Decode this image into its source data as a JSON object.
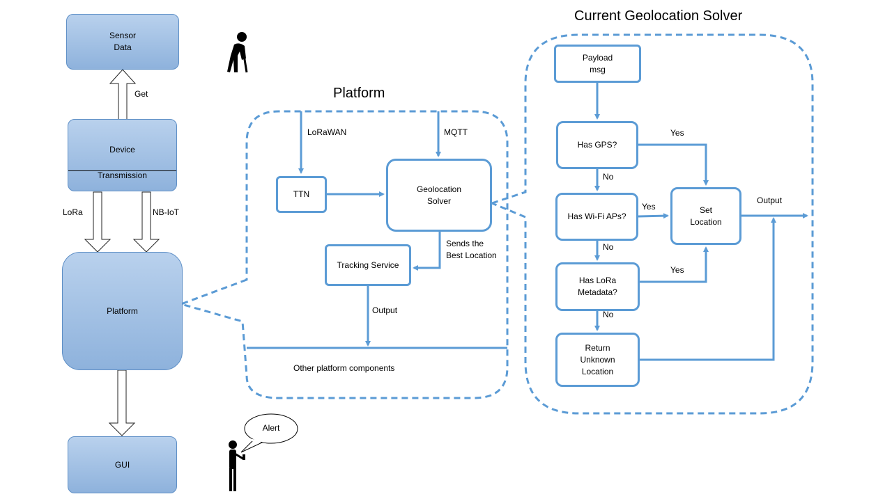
{
  "titles": {
    "platform": "Platform",
    "solver": "Current Geolocation Solver"
  },
  "left_column": {
    "sensor_data": "Sensor\nData",
    "get_label": "Get",
    "device": "Device",
    "transmission": "Transmission",
    "lora": "LoRa",
    "nbiot": "NB-IoT",
    "platform": "Platform",
    "gui": "GUI",
    "alert": "Alert"
  },
  "platform_detail": {
    "lorawan": "LoRaWAN",
    "mqtt": "MQTT",
    "ttn": "TTN",
    "geolocation_solver": "Geolocation\nSolver",
    "tracking_service": "Tracking Service",
    "sends_best": "Sends the\nBest Location",
    "output": "Output",
    "other_components": "Other platform components"
  },
  "solver_flow": {
    "payload": "Payload\nmsg",
    "has_gps": "Has GPS?",
    "has_wifi": "Has Wi-Fi APs?",
    "has_lora": "Has LoRa\nMetadata?",
    "return_unknown": "Return\nUnknown\nLocation",
    "set_location": "Set\nLocation",
    "output": "Output",
    "yes_gps": "Yes",
    "yes_wifi": "Yes",
    "yes_lora": "Yes",
    "no_gps": "No",
    "no_wifi": "No",
    "no_lora": "No"
  },
  "colors": {
    "flow_blue": "#5b9bd5",
    "block_fill": "#a5c2e6",
    "block_border": "#5e8fc6"
  },
  "icons": [
    "elderly-person-icon",
    "person-with-phone-icon",
    "speech-bubble-icon"
  ]
}
